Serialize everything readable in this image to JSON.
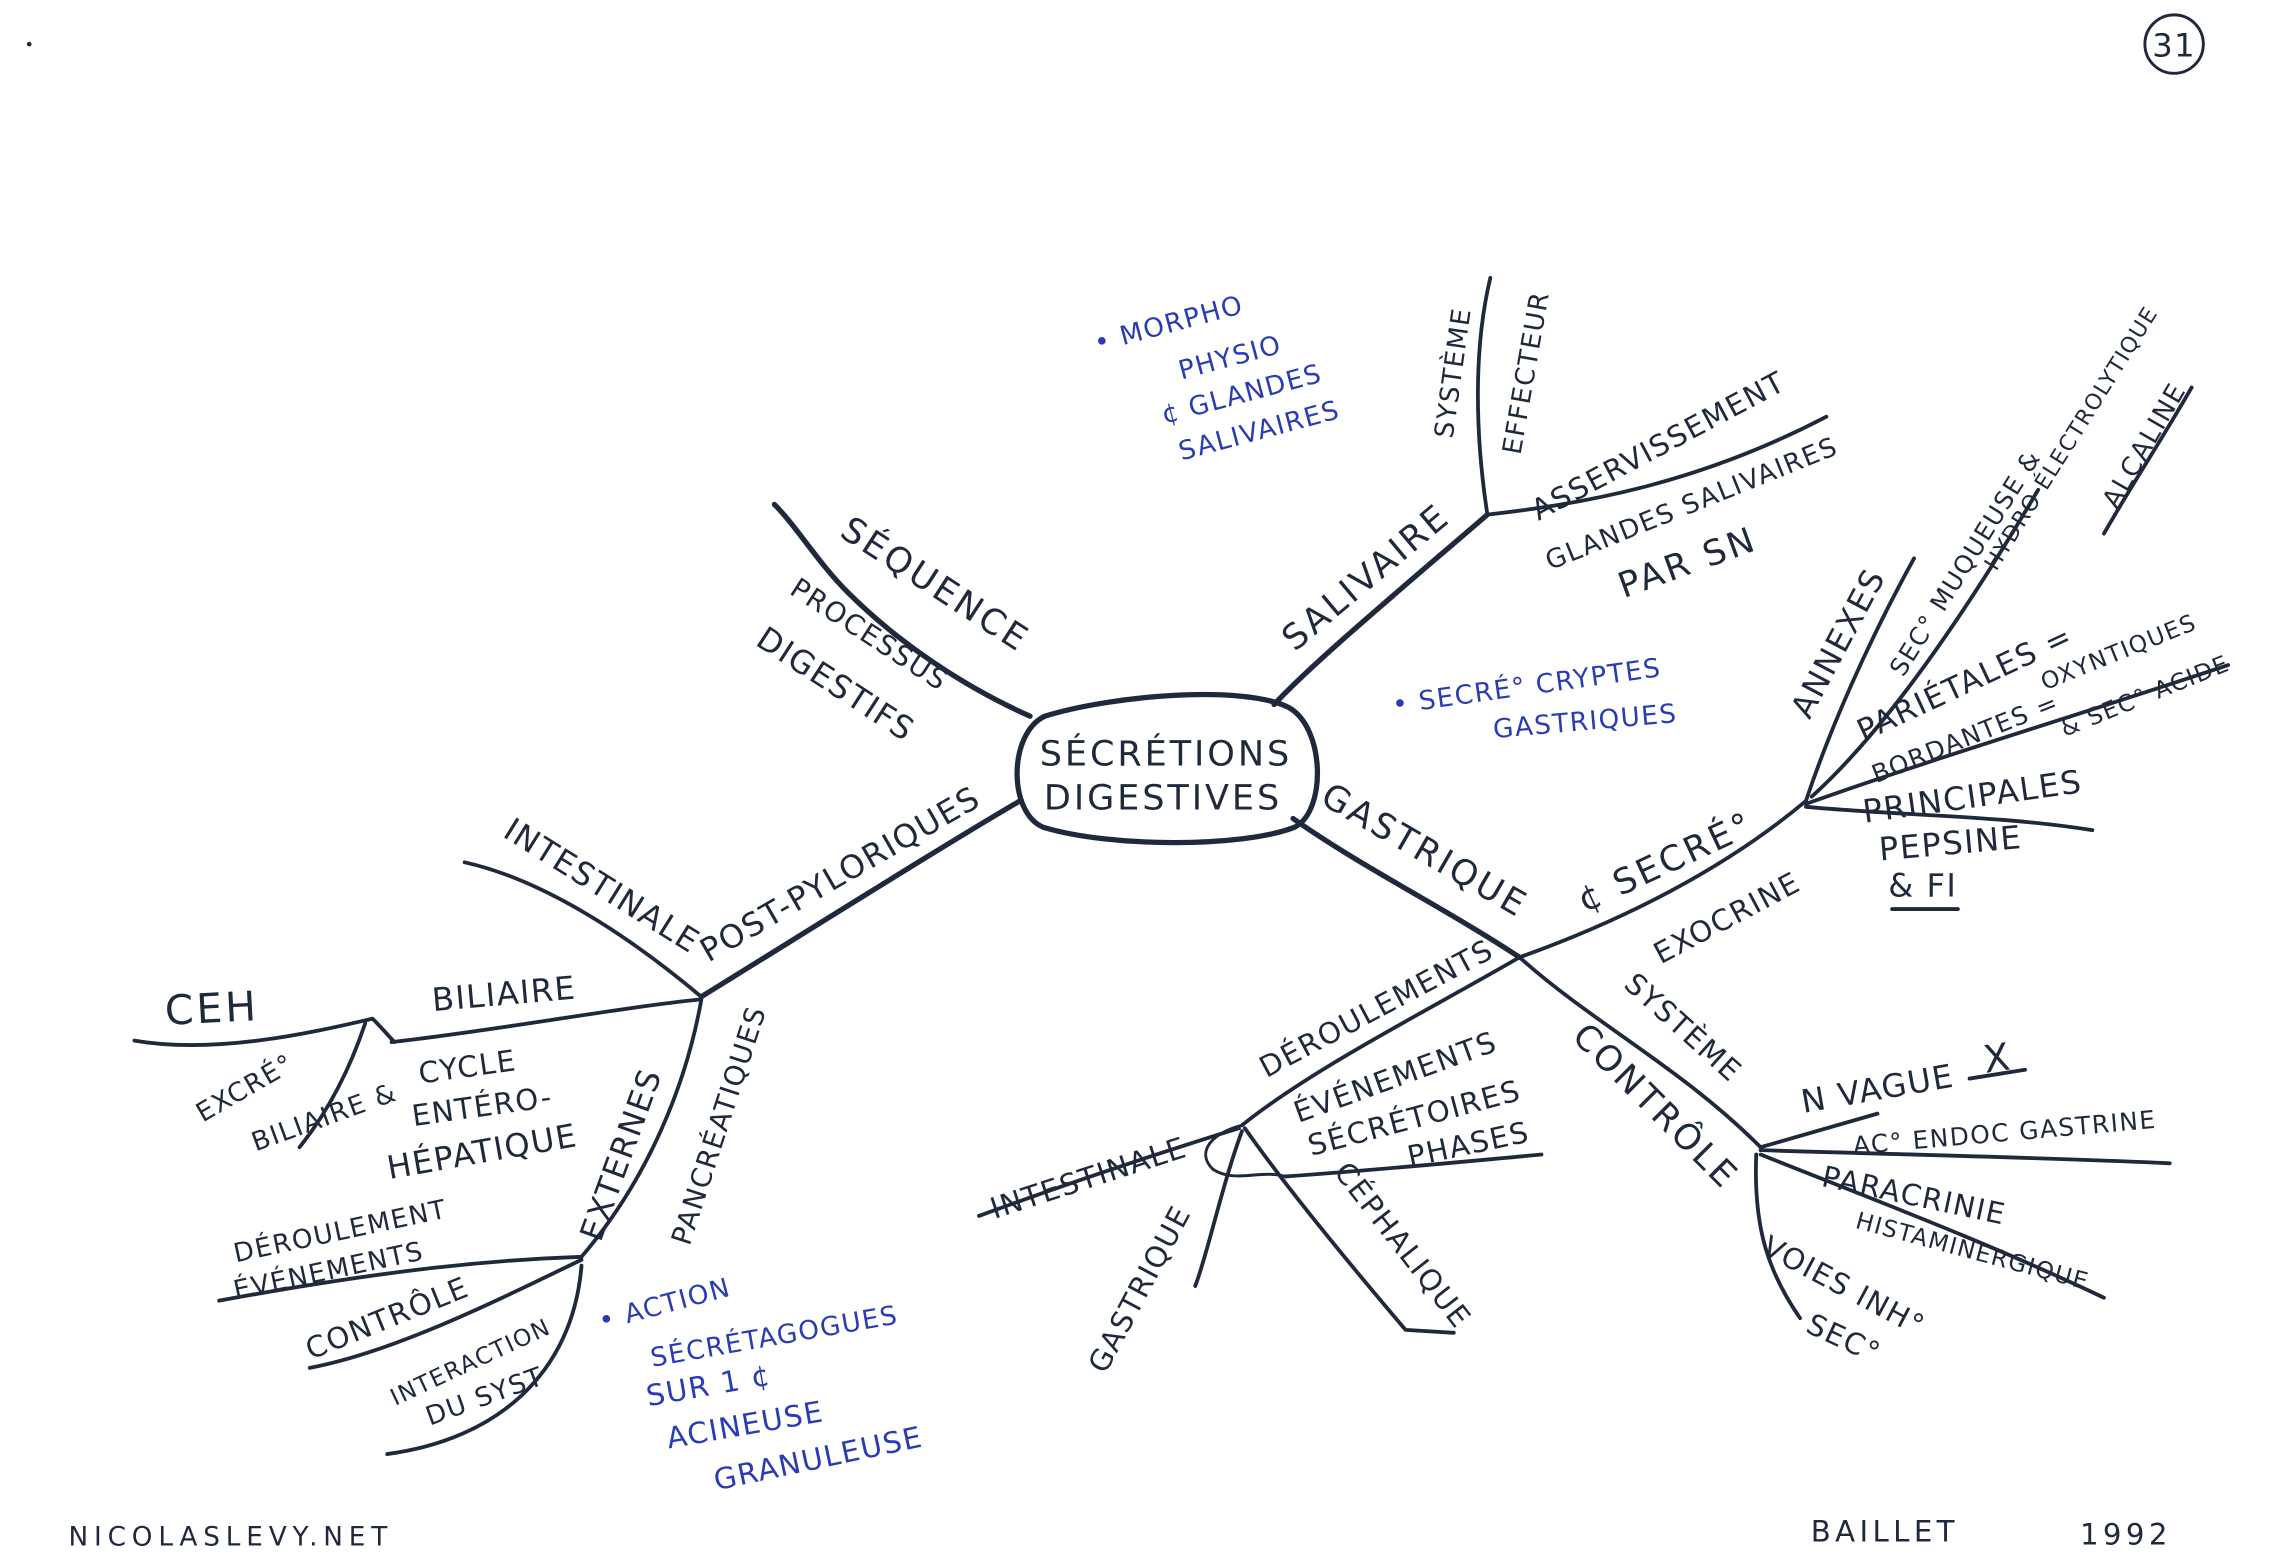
{
  "colors": {
    "ink": "#1e2a3c",
    "note_ink": "#2a3cb4",
    "paper": "#ffffff"
  },
  "page": {
    "number": "31"
  },
  "center": {
    "line1": "SÉCRÉTIONS",
    "line2": "DIGESTIVES"
  },
  "notes": {
    "salivary": [
      "• MORPHO",
      "PHYSIO",
      "¢ GLANDES",
      "SALIVAIRES"
    ],
    "gastric": [
      "• SECRÉ° CRYPTES",
      "GASTRIQUES"
    ],
    "pancreatic": [
      "• ACTION",
      "SÉCRÉTAGOGUES",
      "SUR 1 ¢",
      "ACINEUSE",
      "GRANULEUSE"
    ]
  },
  "salivaire": {
    "label": "SALIVAIRE",
    "systeme": [
      "SYSTÈME",
      "EFFECTEUR"
    ],
    "asservissement": [
      "ASSERVISSEMENT",
      "GLANDES SALIVAIRES",
      "PAR SN"
    ]
  },
  "gastrique": {
    "label": "GASTRIQUE",
    "cell": "¢ SECRÉ°",
    "exocrine": "EXOCRINE",
    "annexes": "ANNEXES",
    "annexes_detail": [
      "SEC° MUQUEUSE &",
      "HYDRO ÉLECTROLYTIQUE",
      "ALCALINE"
    ],
    "parietales": [
      "PARIÉTALES =",
      "BORDANTES =",
      "OXYNTIQUES",
      "& SEC° ACIDE"
    ],
    "principales": [
      "PRINCIPALES",
      "PEPSINE",
      "& FI"
    ],
    "controle": {
      "label": [
        "SYSTÈME",
        "CONTRÔLE"
      ],
      "vague": [
        "N VAGUE",
        "X"
      ],
      "gastrine": "AC° ENDOC GASTRINE",
      "paracrinie": [
        "PARACRINIE",
        "HISTAMINERGIQUE"
      ],
      "inhibition": [
        "VOIES INH°",
        "SEC°"
      ]
    },
    "deroulements": {
      "label": "DÉROULEMENTS",
      "evenements": [
        "ÉVÉNEMENTS",
        "SÉCRÉTOIRES"
      ],
      "phases": "PHASES",
      "intestinale": "INTESTINALE",
      "gastrique": "GASTRIQUE",
      "cephalique": "CÉPHALIQUE"
    }
  },
  "sequence": [
    "SÉQUENCE",
    "PROCESSUS",
    "DIGESTIFS"
  ],
  "post_pyloriques": {
    "label": "POST-PYLORIQUES",
    "intestinale": "INTESTINALE",
    "biliaire": {
      "label": "BILIAIRE",
      "ceh": "CEH",
      "detail": [
        "EXCRÉ°",
        "BILIAIRE &",
        "CYCLE",
        "ENTÉRO-",
        "HÉPATIQUE"
      ]
    },
    "pancreatiques": {
      "label": [
        "EXTERNES",
        "PANCRÉATIQUES"
      ],
      "detail": [
        "DÉROULEMENT",
        "ÉVÉNEMENTS",
        "CONTRÔLE"
      ],
      "interaction": [
        "INTERACTION",
        "DU SYST"
      ]
    }
  },
  "footer": {
    "site": "NICOLASLEVY.NET",
    "author": "BAILLET",
    "year": "1992"
  }
}
